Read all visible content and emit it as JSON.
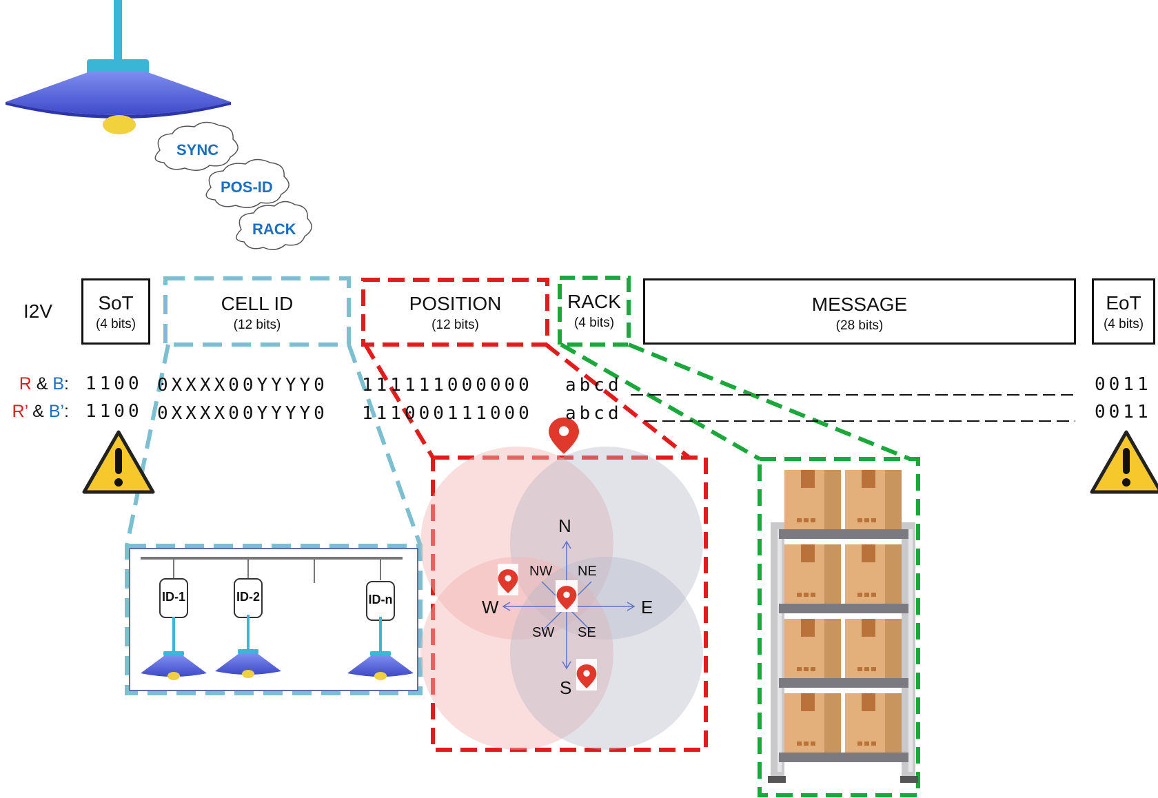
{
  "clouds": [
    "SYNC",
    "POS-ID",
    "RACK"
  ],
  "frame": {
    "label": "I2V",
    "fields": [
      {
        "name": "SoT",
        "bits": "(4 bits)"
      },
      {
        "name": "CELL ID",
        "bits": "(12 bits)"
      },
      {
        "name": "POSITION",
        "bits": "(12 bits)"
      },
      {
        "name": "RACK",
        "bits": "(4 bits)"
      },
      {
        "name": "MESSAGE",
        "bits": "(28 bits)"
      },
      {
        "name": "EoT",
        "bits": "(4 bits)"
      }
    ]
  },
  "rows": [
    {
      "label_a": "R",
      "amp": " & ",
      "label_b": "B",
      "colon": ":",
      "sot": "1100",
      "cell": "0XXXX00YYYY0",
      "pos": "111111000000",
      "rack": "abcd",
      "eot": "0011"
    },
    {
      "label_a": "R’",
      "amp": " & ",
      "label_b": "B’",
      "colon": ":",
      "sot": "1100",
      "cell": "0XXXX00YYYY0",
      "pos": "111000111000",
      "rack": "abcd",
      "eot": "0011"
    }
  ],
  "cells": [
    "ID-1",
    "ID-2",
    "ID-n"
  ],
  "compass": {
    "N": "N",
    "S": "S",
    "E": "E",
    "W": "W",
    "NW": "NW",
    "NE": "NE",
    "SW": "SW",
    "SE": "SE"
  },
  "colors": {
    "red": "#e21b1b",
    "blue": "#1f6fc4",
    "cyan": "#7bbfd0",
    "green": "#1aa83a",
    "lamp": "#5563d8"
  },
  "icons": [
    "pendant-lamp-icon",
    "warning-icon",
    "location-pin-icon",
    "shelf-with-boxes-icon"
  ]
}
